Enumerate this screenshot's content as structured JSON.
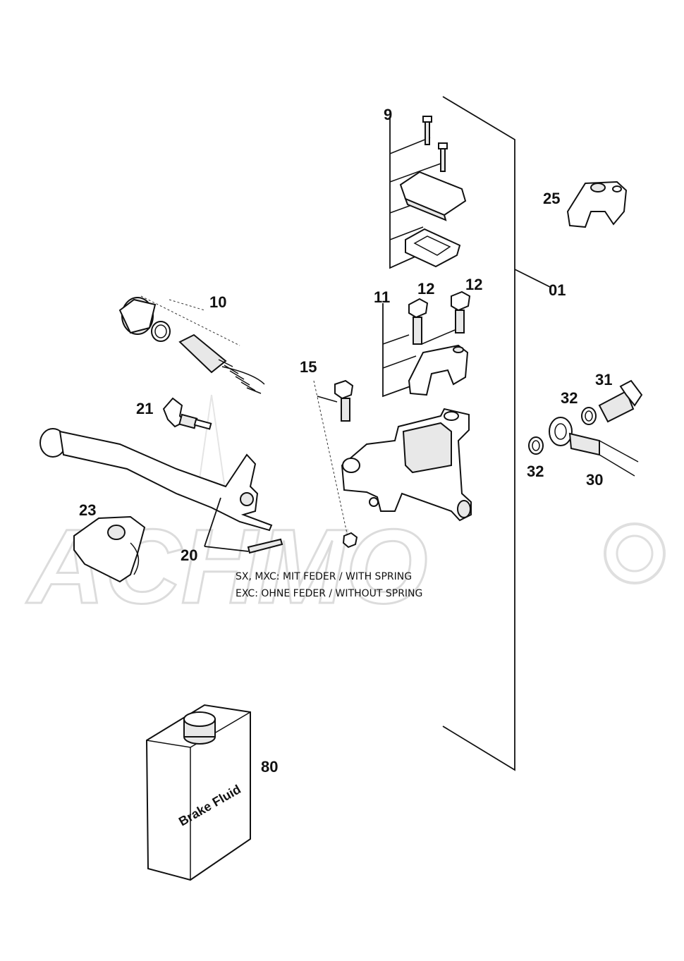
{
  "callouts": {
    "c9": "9",
    "c25": "25",
    "c01": "01",
    "c10": "10",
    "c11": "11",
    "c12a": "12",
    "c12b": "12",
    "c15": "15",
    "c31": "31",
    "c32a": "32",
    "c32b": "32",
    "c30": "30",
    "c21": "21",
    "c23": "23",
    "c20": "20",
    "c80": "80"
  },
  "notes": {
    "spring_line1": "SX, MXC: MIT FEDER / WITH SPRING",
    "spring_line2": "EXC: OHNE FEDER / WITHOUT SPRING"
  },
  "bottle": {
    "label": "Brake Fluid"
  }
}
